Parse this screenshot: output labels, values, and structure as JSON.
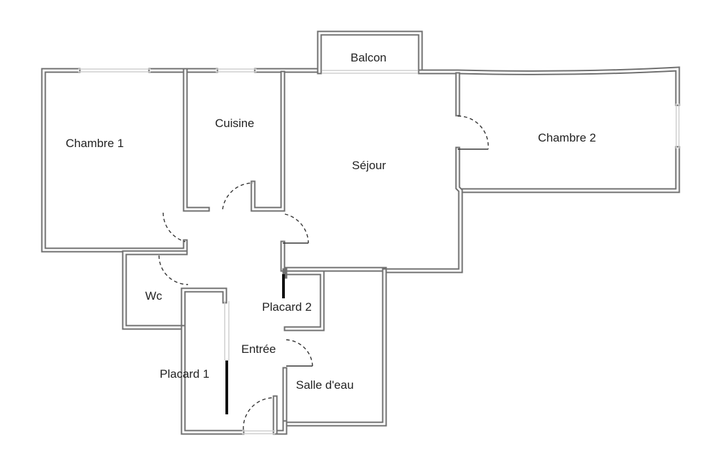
{
  "rooms": {
    "chambre1": "Chambre 1",
    "cuisine": "Cuisine",
    "balcon": "Balcon",
    "sejour": "Séjour",
    "chambre2": "Chambre 2",
    "wc": "Wc",
    "placard2": "Placard 2",
    "entree": "Entrée",
    "placard1": "Placard 1",
    "salle_eau": "Salle d'eau"
  },
  "colors": {
    "wall": "#6f6f6f",
    "text": "#222222",
    "window": "#cfcfcf"
  }
}
